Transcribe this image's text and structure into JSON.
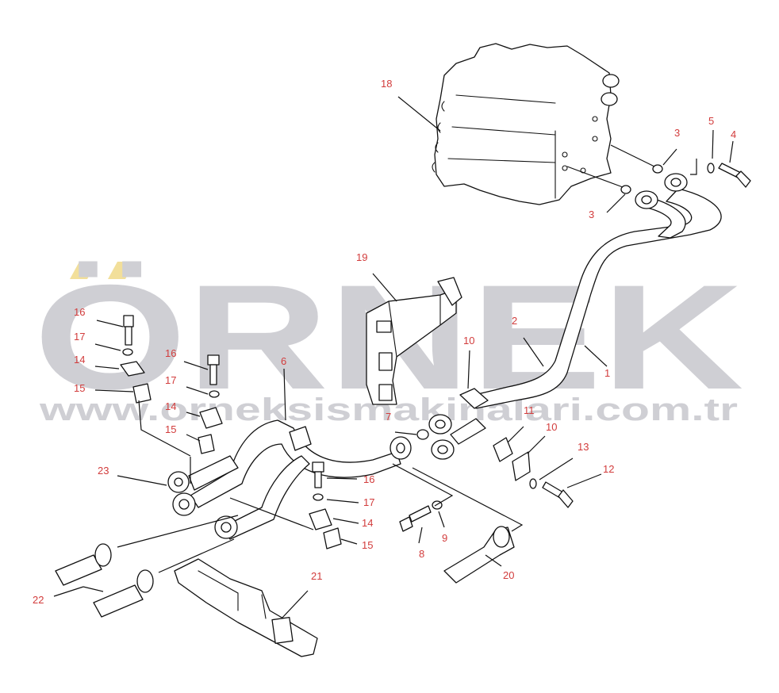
{
  "watermark": {
    "brand": "ÖRNEK",
    "url": "www.orneksismakinalari.com.tr",
    "color_text": "#cfcfd4",
    "color_accent": "#f2df9a"
  },
  "callouts": [
    {
      "id": "c18",
      "label": "18"
    },
    {
      "id": "c3a",
      "label": "3"
    },
    {
      "id": "c3b",
      "label": "3"
    },
    {
      "id": "c5",
      "label": "5"
    },
    {
      "id": "c4",
      "label": "4"
    },
    {
      "id": "c19",
      "label": "19"
    },
    {
      "id": "c2",
      "label": "2"
    },
    {
      "id": "c1",
      "label": "1"
    },
    {
      "id": "c10a",
      "label": "10"
    },
    {
      "id": "c16a",
      "label": "16"
    },
    {
      "id": "c17a",
      "label": "17"
    },
    {
      "id": "c14a",
      "label": "14"
    },
    {
      "id": "c15a",
      "label": "15"
    },
    {
      "id": "c16b",
      "label": "16"
    },
    {
      "id": "c17b",
      "label": "17"
    },
    {
      "id": "c14b",
      "label": "14"
    },
    {
      "id": "c15b",
      "label": "15"
    },
    {
      "id": "c6",
      "label": "6"
    },
    {
      "id": "c7",
      "label": "7"
    },
    {
      "id": "c11",
      "label": "11"
    },
    {
      "id": "c10b",
      "label": "10"
    },
    {
      "id": "c13",
      "label": "13"
    },
    {
      "id": "c12",
      "label": "12"
    },
    {
      "id": "c23",
      "label": "23"
    },
    {
      "id": "c16c",
      "label": "16"
    },
    {
      "id": "c17c",
      "label": "17"
    },
    {
      "id": "c14c",
      "label": "14"
    },
    {
      "id": "c15c",
      "label": "15"
    },
    {
      "id": "c8",
      "label": "8"
    },
    {
      "id": "c9",
      "label": "9"
    },
    {
      "id": "c20",
      "label": "20"
    },
    {
      "id": "c21",
      "label": "21"
    },
    {
      "id": "c22",
      "label": "22"
    }
  ],
  "colors": {
    "callout": "#d23c3c",
    "line": "#111111"
  }
}
